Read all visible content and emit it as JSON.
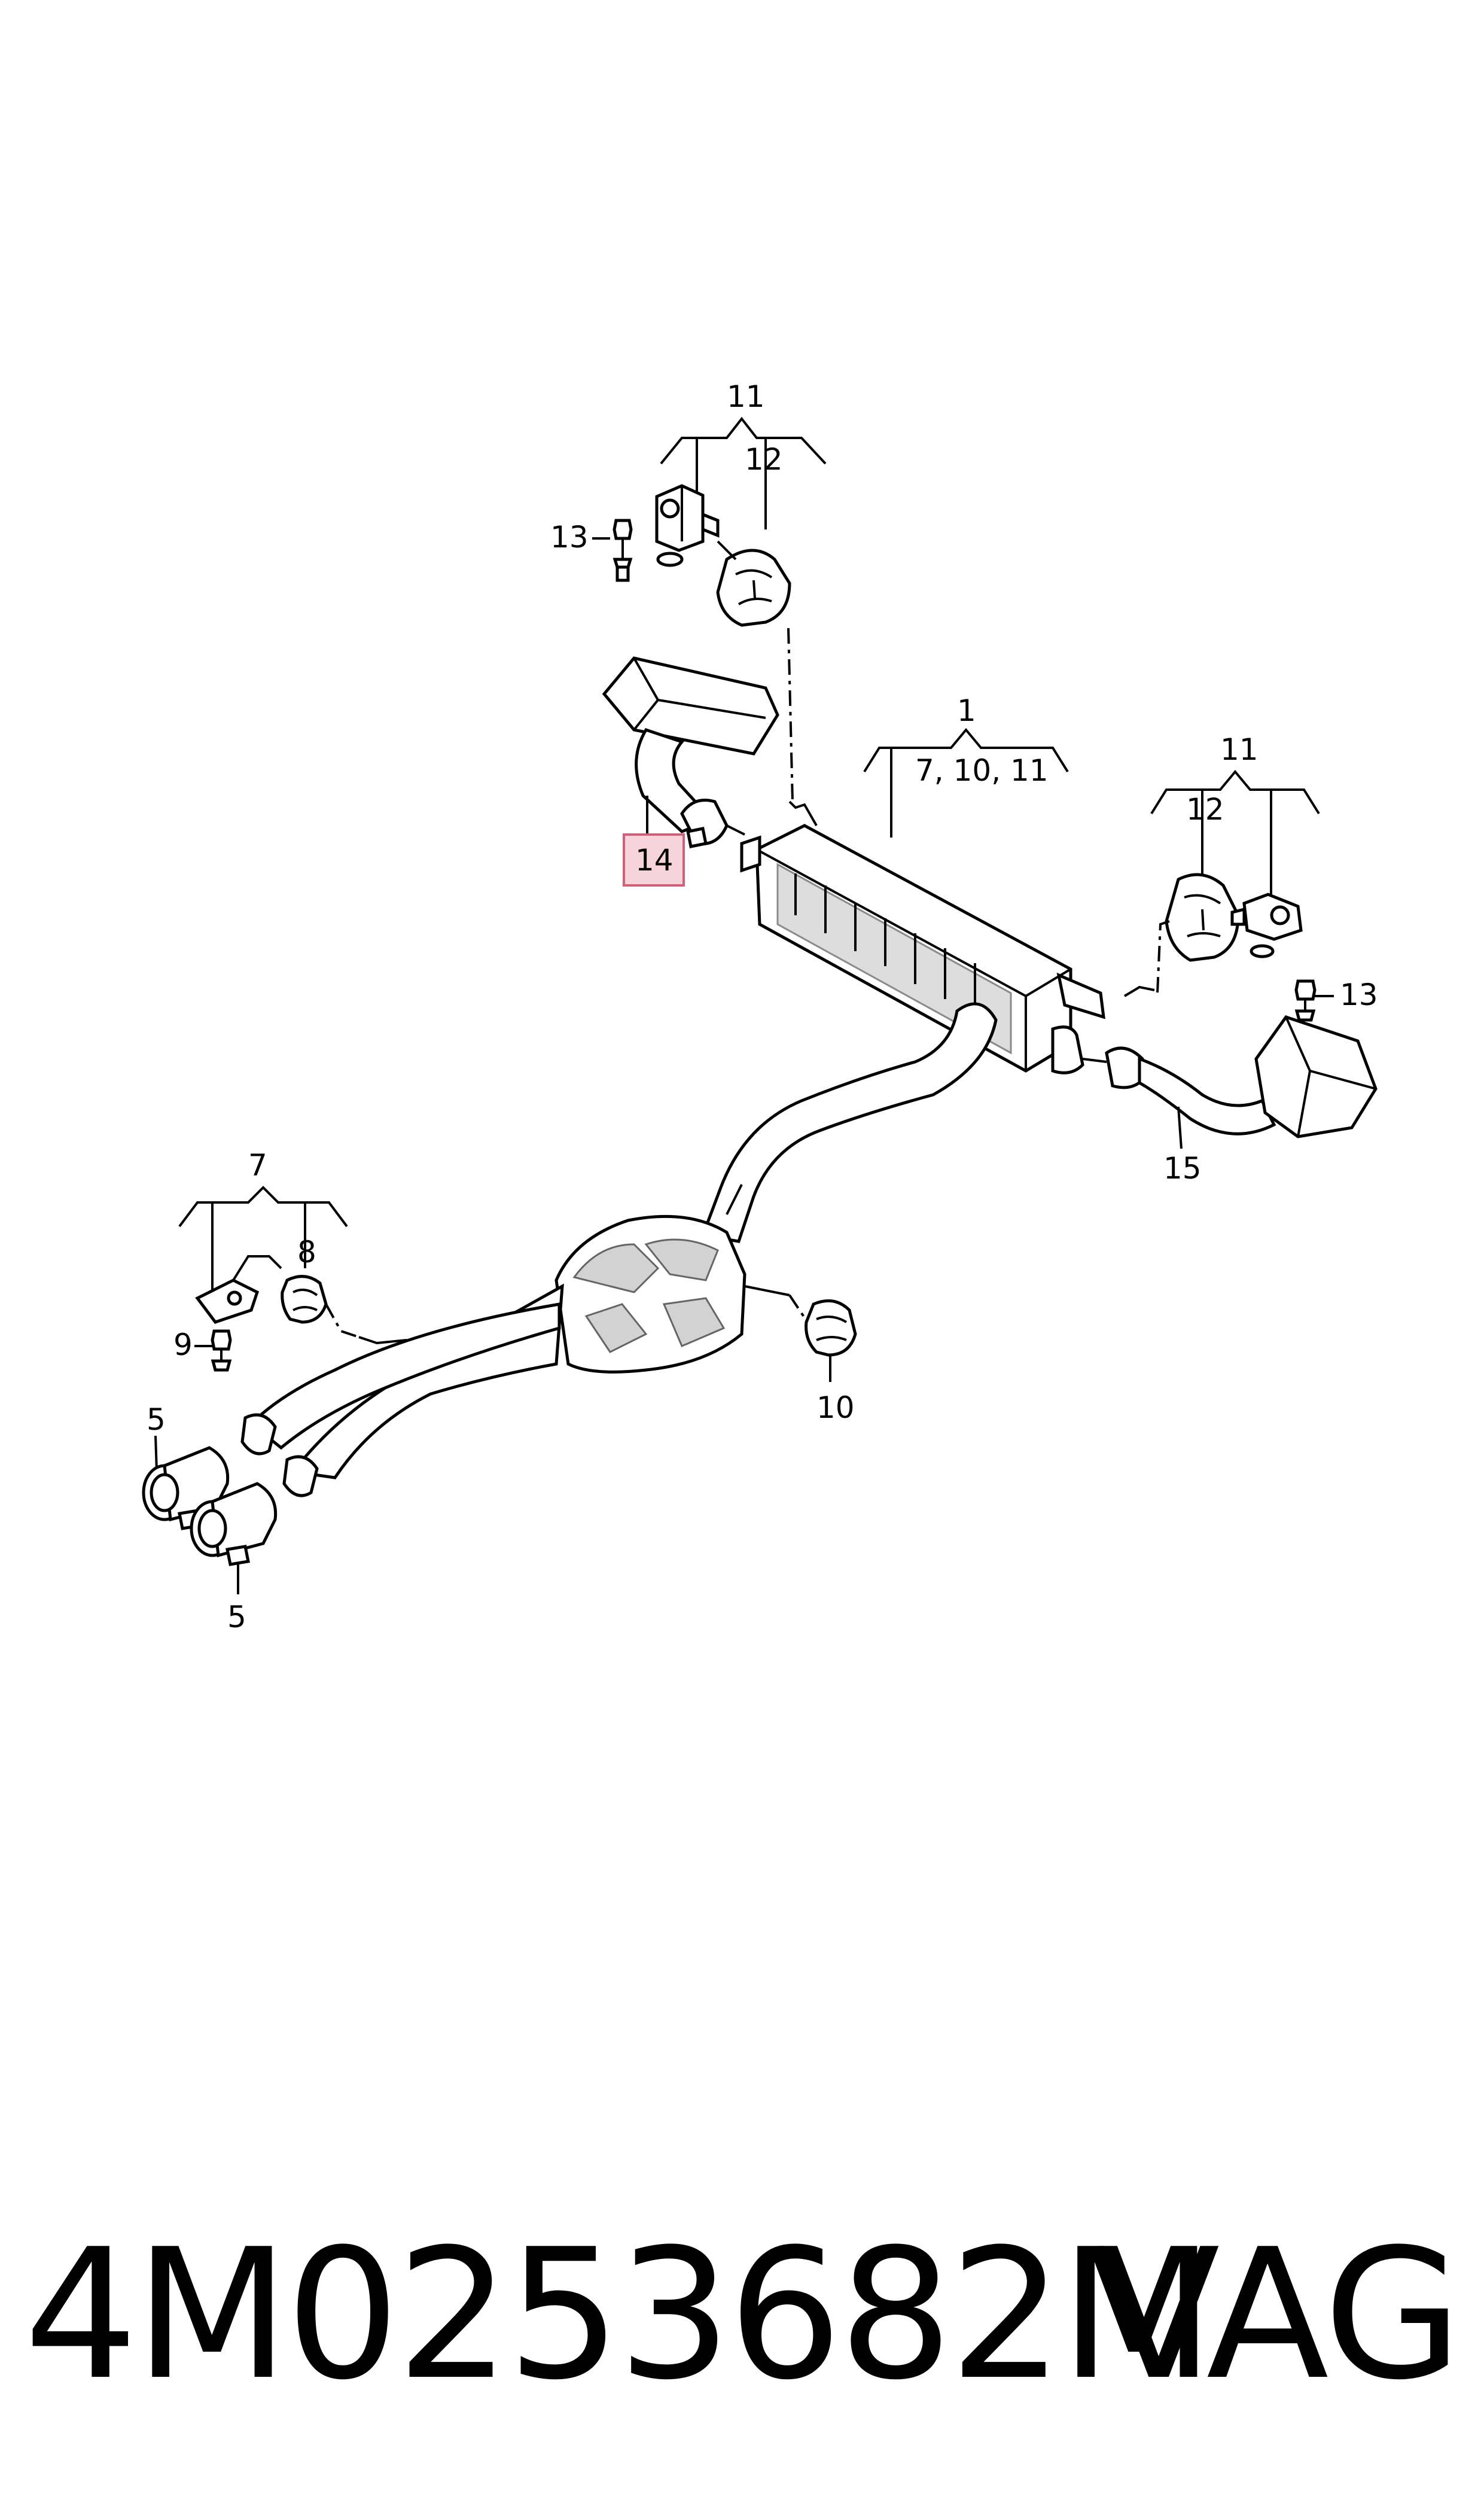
{
  "callouts": {
    "c1": "1",
    "c1_sub": "7, 10, 11",
    "c5a": "5",
    "c5b": "5",
    "c7": "7",
    "c8": "8",
    "c9": "9",
    "c10": "10",
    "c11a": "11",
    "c11b": "11",
    "c12a": "12",
    "c12b": "12",
    "c13a": "13",
    "c13b": "13",
    "c14": "14",
    "c15": "15"
  },
  "footer": {
    "part_number": "4M0253682M",
    "brand": "VAG"
  },
  "colors": {
    "highlight_fill": "#f7d4dc",
    "highlight_stroke": "#d2607a",
    "line": "#000000",
    "shading": "#b5b5b5"
  }
}
